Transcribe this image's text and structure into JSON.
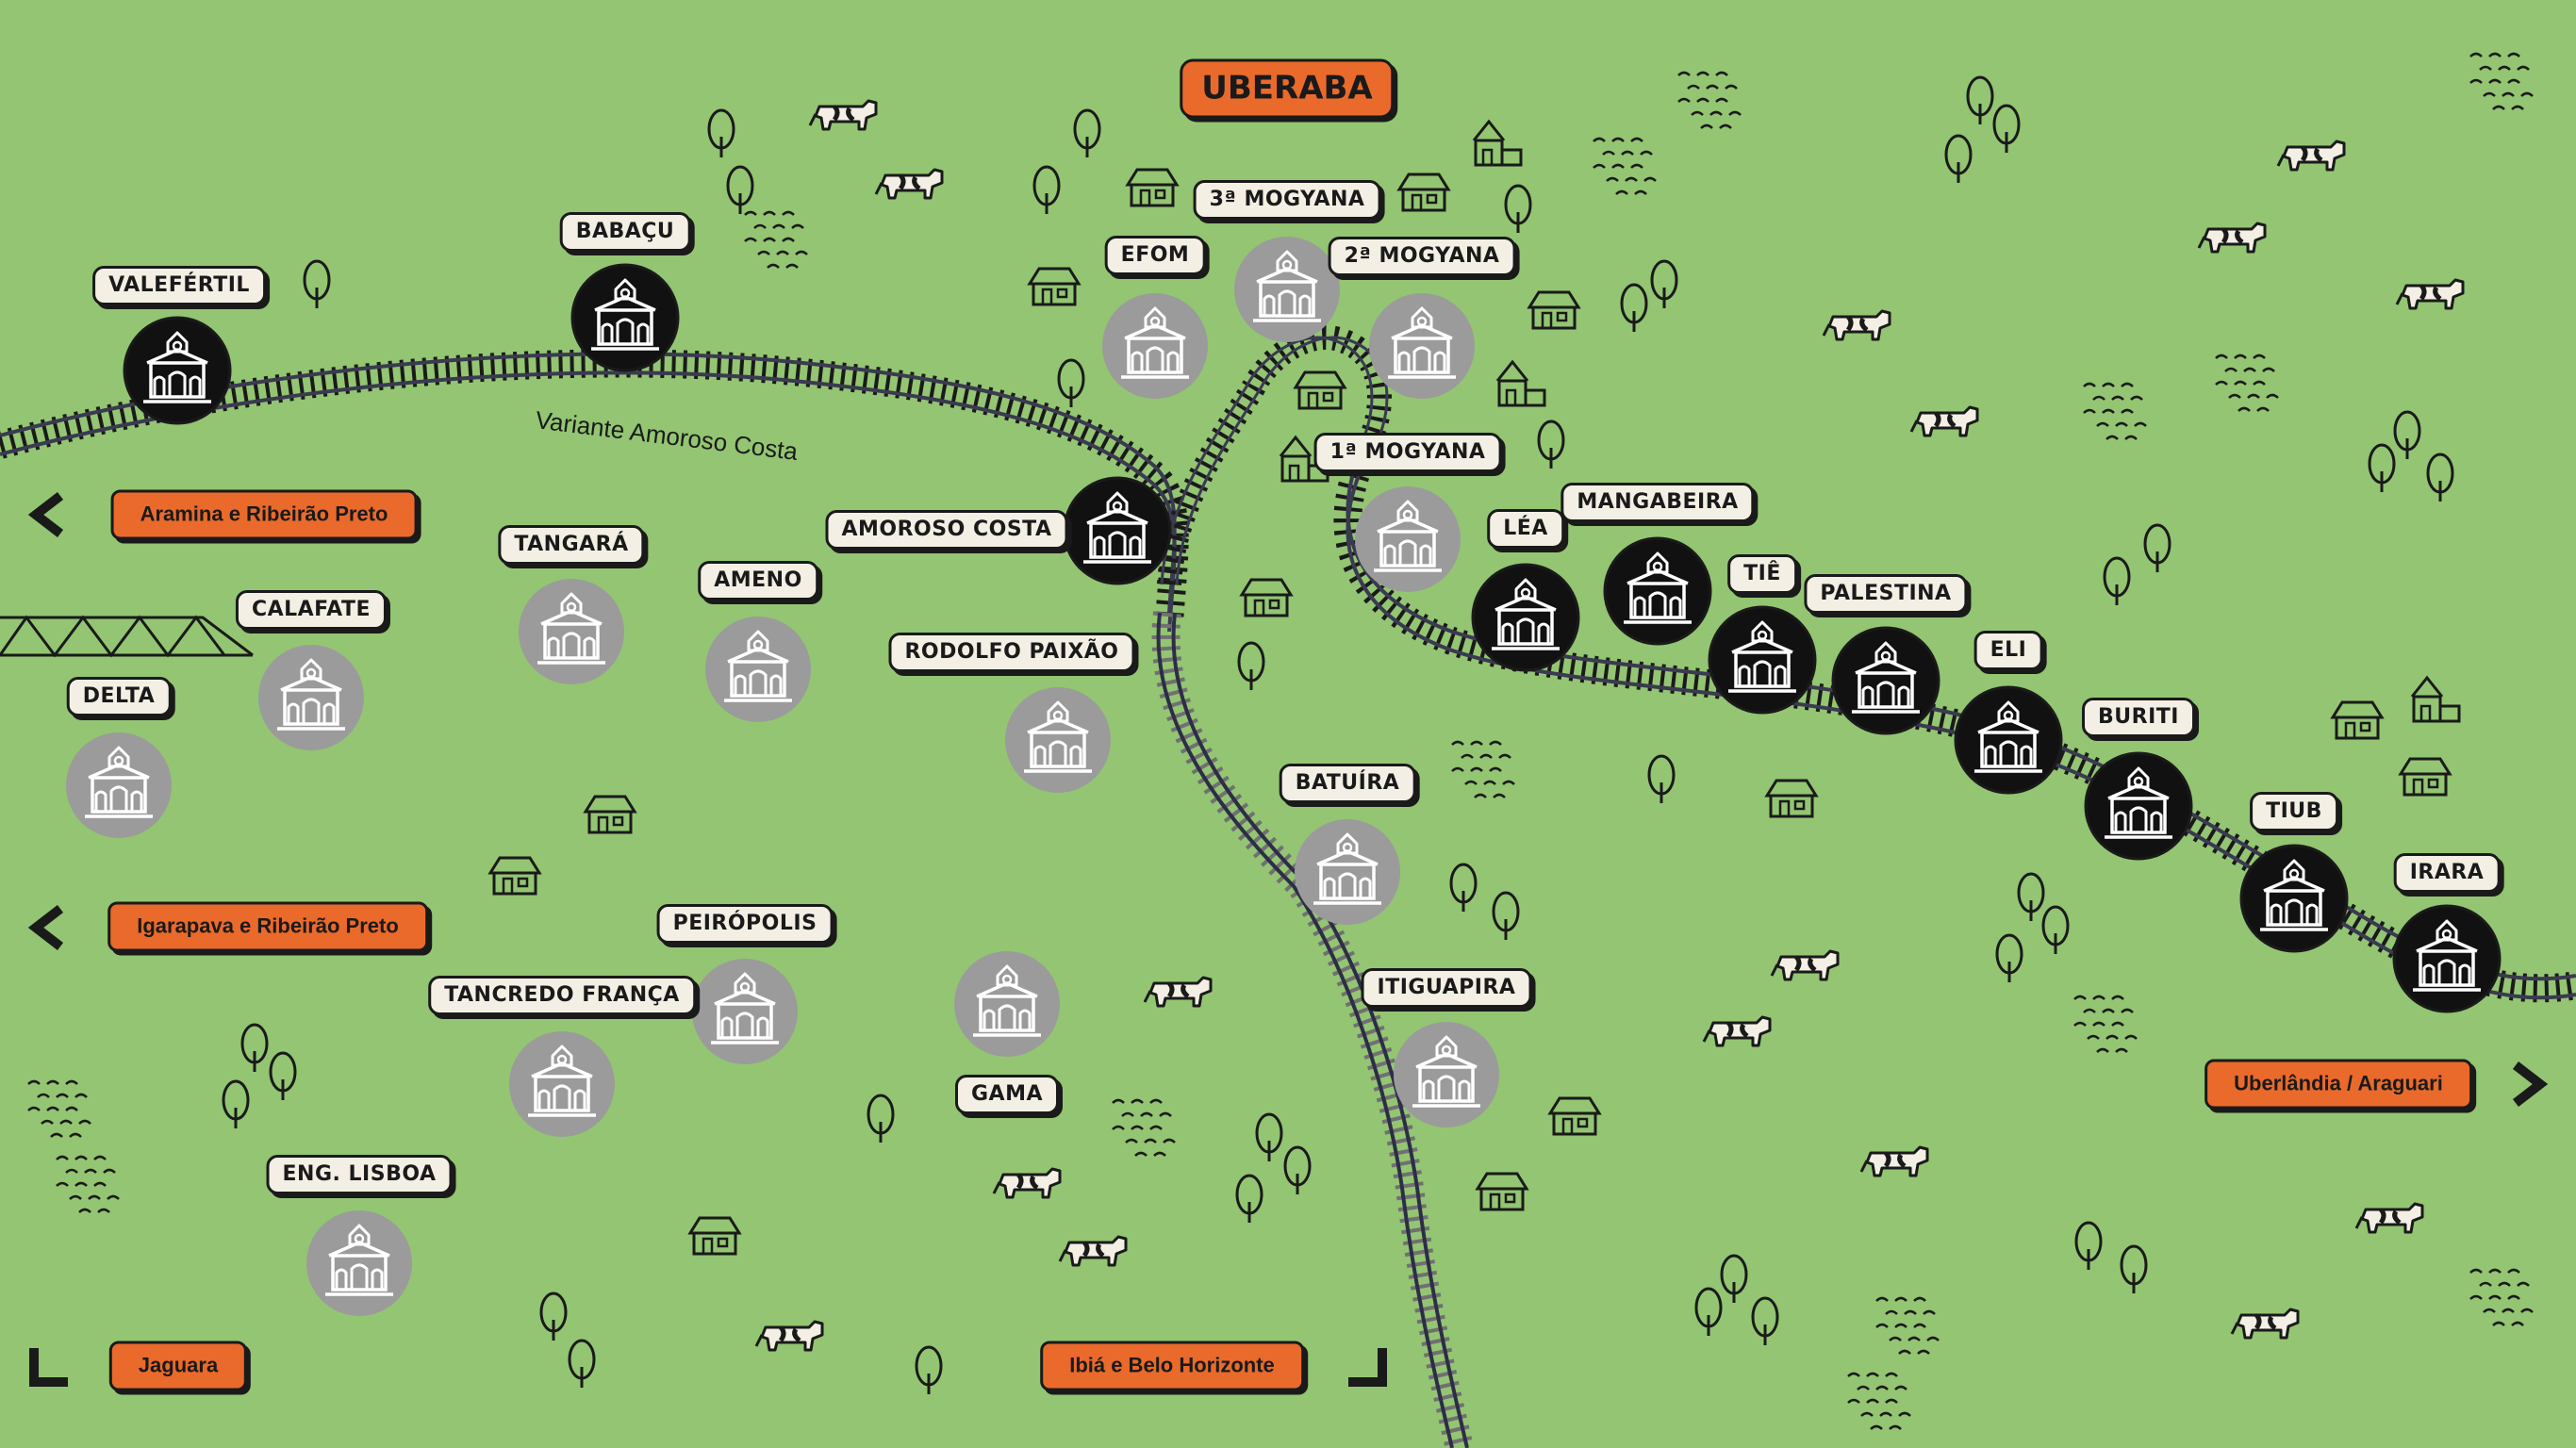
{
  "map": {
    "city": "UBERABA",
    "line_name": "Variante Amoroso Costa",
    "colors": {
      "background": "#93c572",
      "accent": "#ea6a2b",
      "active_station": "#111111",
      "inactive_station": "#9b9b9b",
      "label_bg": "#f3efe4"
    },
    "destinations": [
      {
        "id": "aramina",
        "label": "Aramina e Ribeirão Preto",
        "direction": "left"
      },
      {
        "id": "igarapava",
        "label": "Igarapava e Ribeirão Preto",
        "direction": "left"
      },
      {
        "id": "jaguara",
        "label": "Jaguara",
        "direction": "down-left"
      },
      {
        "id": "ibia",
        "label": "Ibiá e Belo Horizonte",
        "direction": "down-right"
      },
      {
        "id": "uberlandia",
        "label": "Uberlândia / Araguari",
        "direction": "right"
      }
    ],
    "stations": [
      {
        "name": "VALEFÉRTIL",
        "status": "active"
      },
      {
        "name": "BABAÇU",
        "status": "active"
      },
      {
        "name": "AMOROSO COSTA",
        "status": "active"
      },
      {
        "name": "EFOM",
        "status": "inactive"
      },
      {
        "name": "3ª MOGYANA",
        "status": "inactive"
      },
      {
        "name": "2ª MOGYANA",
        "status": "inactive"
      },
      {
        "name": "1ª MOGYANA",
        "status": "inactive"
      },
      {
        "name": "LÉA",
        "status": "active"
      },
      {
        "name": "MANGABEIRA",
        "status": "active"
      },
      {
        "name": "TIÊ",
        "status": "active"
      },
      {
        "name": "PALESTINA",
        "status": "active"
      },
      {
        "name": "ELI",
        "status": "active"
      },
      {
        "name": "BURITI",
        "status": "active"
      },
      {
        "name": "TIUB",
        "status": "active"
      },
      {
        "name": "IRARA",
        "status": "active"
      },
      {
        "name": "TANGARÁ",
        "status": "inactive"
      },
      {
        "name": "AMENO",
        "status": "inactive"
      },
      {
        "name": "CALAFATE",
        "status": "inactive"
      },
      {
        "name": "DELTA",
        "status": "inactive"
      },
      {
        "name": "RODOLFO PAIXÃO",
        "status": "inactive"
      },
      {
        "name": "BATUÍRA",
        "status": "inactive"
      },
      {
        "name": "ITIGUAPIRA",
        "status": "inactive"
      },
      {
        "name": "PEIRÓPOLIS",
        "status": "inactive"
      },
      {
        "name": "TANCREDO FRANÇA",
        "status": "inactive"
      },
      {
        "name": "GAMA",
        "status": "inactive"
      },
      {
        "name": "ENG. LISBOA",
        "status": "inactive"
      }
    ]
  }
}
